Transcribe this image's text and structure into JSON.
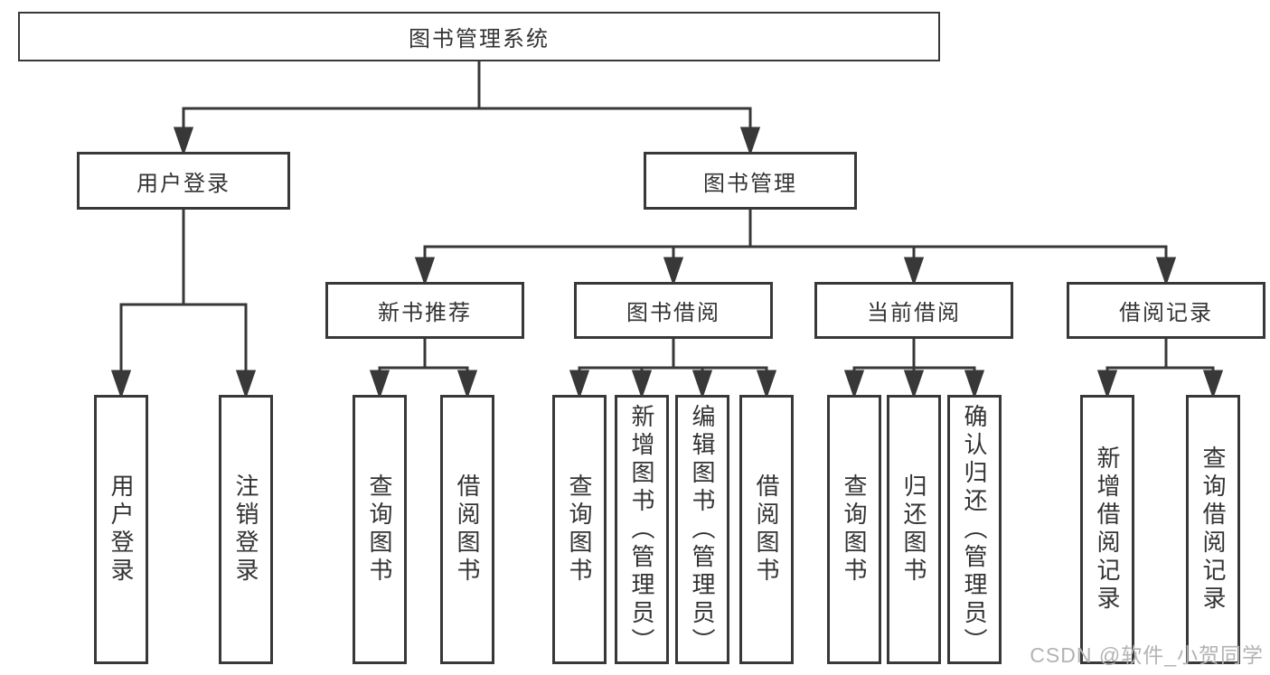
{
  "diagram": {
    "title": "图书管理系统",
    "root": {
      "label": "图书管理系统"
    },
    "level2": [
      {
        "label": "用户登录",
        "children": [
          {
            "label": "用户登录"
          },
          {
            "label": "注销登录"
          }
        ]
      },
      {
        "label": "图书管理",
        "children": [
          {
            "label": "新书推荐",
            "children": [
              {
                "label": "查询图书"
              },
              {
                "label": "借阅图书"
              }
            ]
          },
          {
            "label": "图书借阅",
            "children": [
              {
                "label": "查询图书"
              },
              {
                "label": "新增图书（管理员）"
              },
              {
                "label": "编辑图书（管理员）"
              },
              {
                "label": "借阅图书"
              }
            ]
          },
          {
            "label": "当前借阅",
            "children": [
              {
                "label": "查询图书"
              },
              {
                "label": "归还图书"
              },
              {
                "label": "确认归还（管理员）"
              }
            ]
          },
          {
            "label": "借阅记录",
            "children": [
              {
                "label": "新增借阅记录"
              },
              {
                "label": "查询借阅记录"
              }
            ]
          }
        ]
      }
    ]
  },
  "watermark": {
    "text": "CSDN @软件_小贺同学"
  },
  "colors": {
    "line": "#383838",
    "text": "#333333",
    "watermark": "#b3b3b3",
    "background": "#ffffff"
  }
}
